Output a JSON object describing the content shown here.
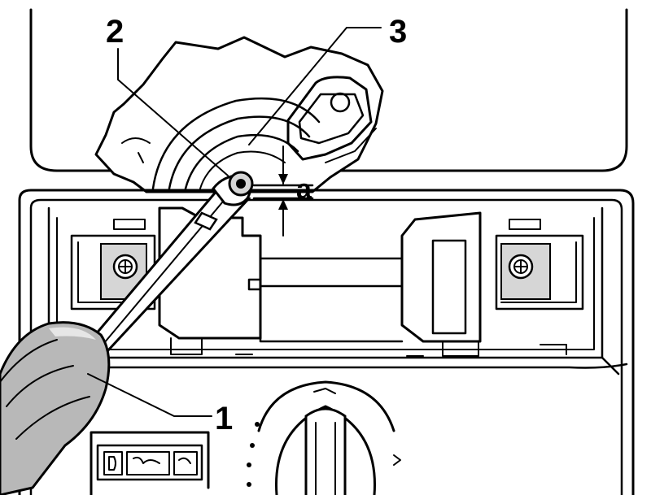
{
  "callouts": {
    "c1": "1",
    "c2": "2",
    "c3": "3",
    "dimension": "a"
  },
  "colors": {
    "ink": "#000000",
    "paper": "#ffffff",
    "handle": "#b8b8b8",
    "shading": "#d6d6d6"
  }
}
